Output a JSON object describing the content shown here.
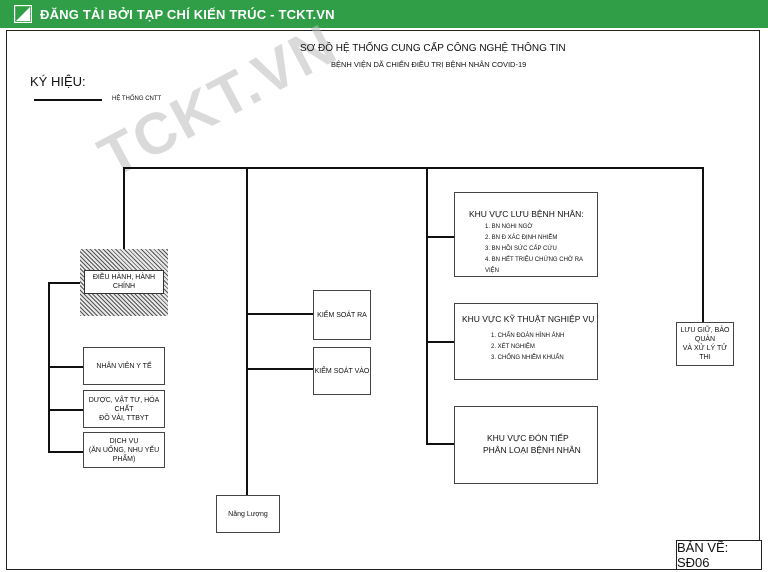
{
  "banner": {
    "text": "ĐĂNG TẢI BỞI TẠP CHÍ KIẾN TRÚC - TCKT.VN"
  },
  "watermark": "TCKT.VN",
  "title": "SƠ ĐỒ  HỆ THỐNG CUNG CẤP CÔNG NGHỆ THÔNG TIN",
  "subtitle": "BỆNH VIỆN DÃ CHIẾN ĐIỀU TRỊ BỆNH NHÂN COVID-19",
  "legend": {
    "heading": "KÝ HIỆU:",
    "item": "HỆ THỐNG CNTT"
  },
  "nodes": {
    "admin": "ĐIỀU HÀNH, HÀNH CHÍNH",
    "staff": "NHÂN VIÊN Y TẾ",
    "pharmacy_line1": "DƯỢC, VẬT TƯ, HÓA CHẤT",
    "pharmacy_line2": "ĐỒ VẢI, TTBYT",
    "service_line1": "DỊCH VỤ",
    "service_line2": "(ĂN UỐNG, NHU YẾU PHẨM)",
    "energy": "Năng Lượng",
    "exit_control": "KIỂM SOÁT RA",
    "entry_control": "KIỂM SOÁT VÀO",
    "ward_title": "KHU  VỰC LƯU BỆNH NHÂN:",
    "ward_items": [
      "1. BN NGHI NGỜ",
      "2. BN Đ   XÁC ĐỊNH NHIỄM",
      "3. BN HỒI SỨC CẤP CỨU",
      "4. BN HẾT TRIỆU CHỨNG CHỜ RA VIỆN"
    ],
    "tech_title": "KHU  VỰC KỸ THUẬT NGHIỆP VỤ",
    "tech_items": [
      "1. CHẨN ĐOÁN HÌNH ẢNH",
      "2. XÉT NGHIỆM",
      "3. CHỐNG NHIỄM KHUẨN"
    ],
    "reception_line1": "KHU  VỰC ĐÓN TIẾP",
    "reception_line2": "PHÂN LOẠI BỆNH NHÂN",
    "storage_line1": "LƯU GIỮ, BẢO QUẢN",
    "storage_line2": "VÀ XỬ LÝ TỬ THI"
  },
  "sheet": "BẢN VẼ: SĐ06"
}
